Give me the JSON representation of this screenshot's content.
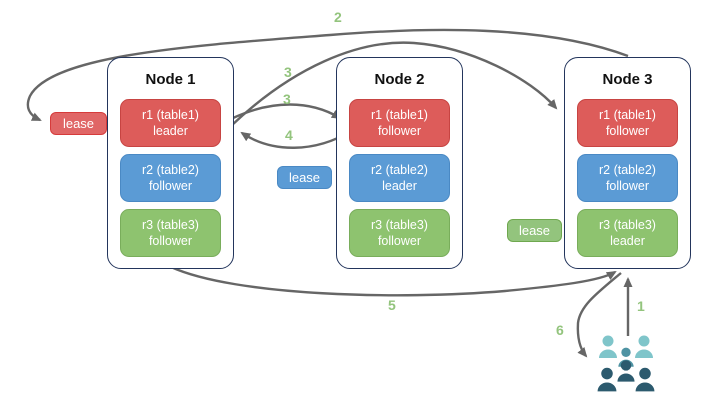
{
  "nodes": [
    {
      "title": "Node 1",
      "replicas": [
        {
          "name": "r1 (table1)",
          "role": "leader",
          "color": "red"
        },
        {
          "name": "r2 (table2)",
          "role": "follower",
          "color": "blue"
        },
        {
          "name": "r3 (table3)",
          "role": "follower",
          "color": "green"
        }
      ]
    },
    {
      "title": "Node 2",
      "replicas": [
        {
          "name": "r1 (table1)",
          "role": "follower",
          "color": "red"
        },
        {
          "name": "r2 (table2)",
          "role": "leader",
          "color": "blue"
        },
        {
          "name": "r3 (table3)",
          "role": "follower",
          "color": "green"
        }
      ]
    },
    {
      "title": "Node 3",
      "replicas": [
        {
          "name": "r1 (table1)",
          "role": "follower",
          "color": "red"
        },
        {
          "name": "r2 (table2)",
          "role": "follower",
          "color": "blue"
        },
        {
          "name": "r3 (table3)",
          "role": "leader",
          "color": "green"
        }
      ]
    }
  ],
  "leases": [
    {
      "label": "lease",
      "color": "red"
    },
    {
      "label": "lease",
      "color": "blue"
    },
    {
      "label": "lease",
      "color": "green"
    }
  ],
  "steps": [
    {
      "label": "2"
    },
    {
      "label": "3"
    },
    {
      "label": "3"
    },
    {
      "label": "4"
    },
    {
      "label": "5"
    },
    {
      "label": "1"
    },
    {
      "label": "6"
    }
  ],
  "icons": {
    "users": "users-group-icon"
  },
  "colors": {
    "replica_red": "#dd5c5a",
    "replica_blue": "#5b9bd5",
    "replica_green": "#8ec36f",
    "lease_red": "#e06666",
    "lease_blue": "#5b9bd5",
    "lease_green": "#93c47d",
    "node_border": "#23355c",
    "arrow": "#666666",
    "step_number": "#93c47d",
    "users_light": "#7fc5ca",
    "users_medium": "#4e93a3",
    "users_dark": "#2c5a6e"
  }
}
